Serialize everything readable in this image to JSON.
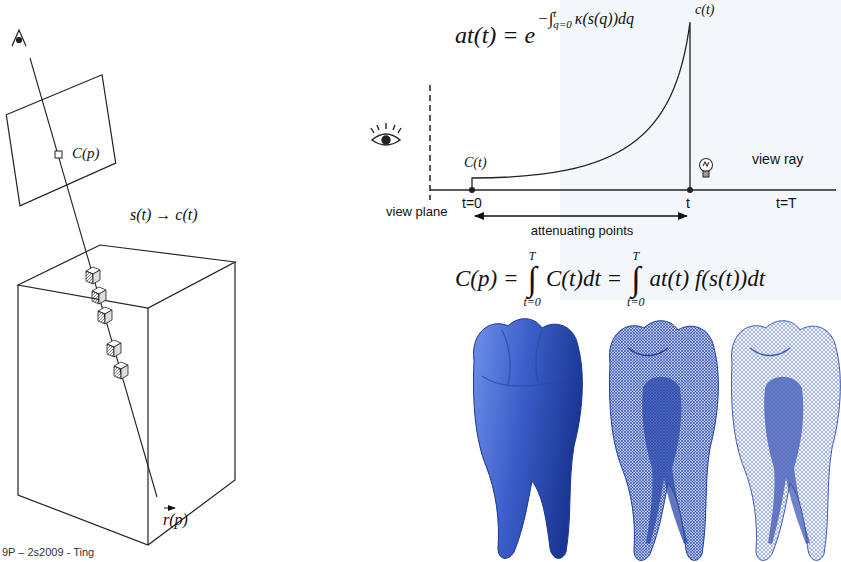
{
  "diagram": {
    "nodes": [
      {
        "text": [
          "C(p)"
        ]
      }
    ],
    "labels": [
      "s(t) → c(t)",
      "r(p)",
      "9P – 2s2009 - Ting",
      "at(t) = e",
      "−∫",
      "t",
      "q=0",
      "κ(s(q))dq",
      "C(t)",
      "c(t)",
      "view ray",
      "t=0",
      "t",
      "t=T",
      "attenuating points",
      "view plane",
      "C(p) =",
      "T",
      "∫",
      "t=0",
      "C(t)dt =",
      "T",
      "∫",
      "t=0",
      "at(t) f(s(t))dt"
    ]
  }
}
